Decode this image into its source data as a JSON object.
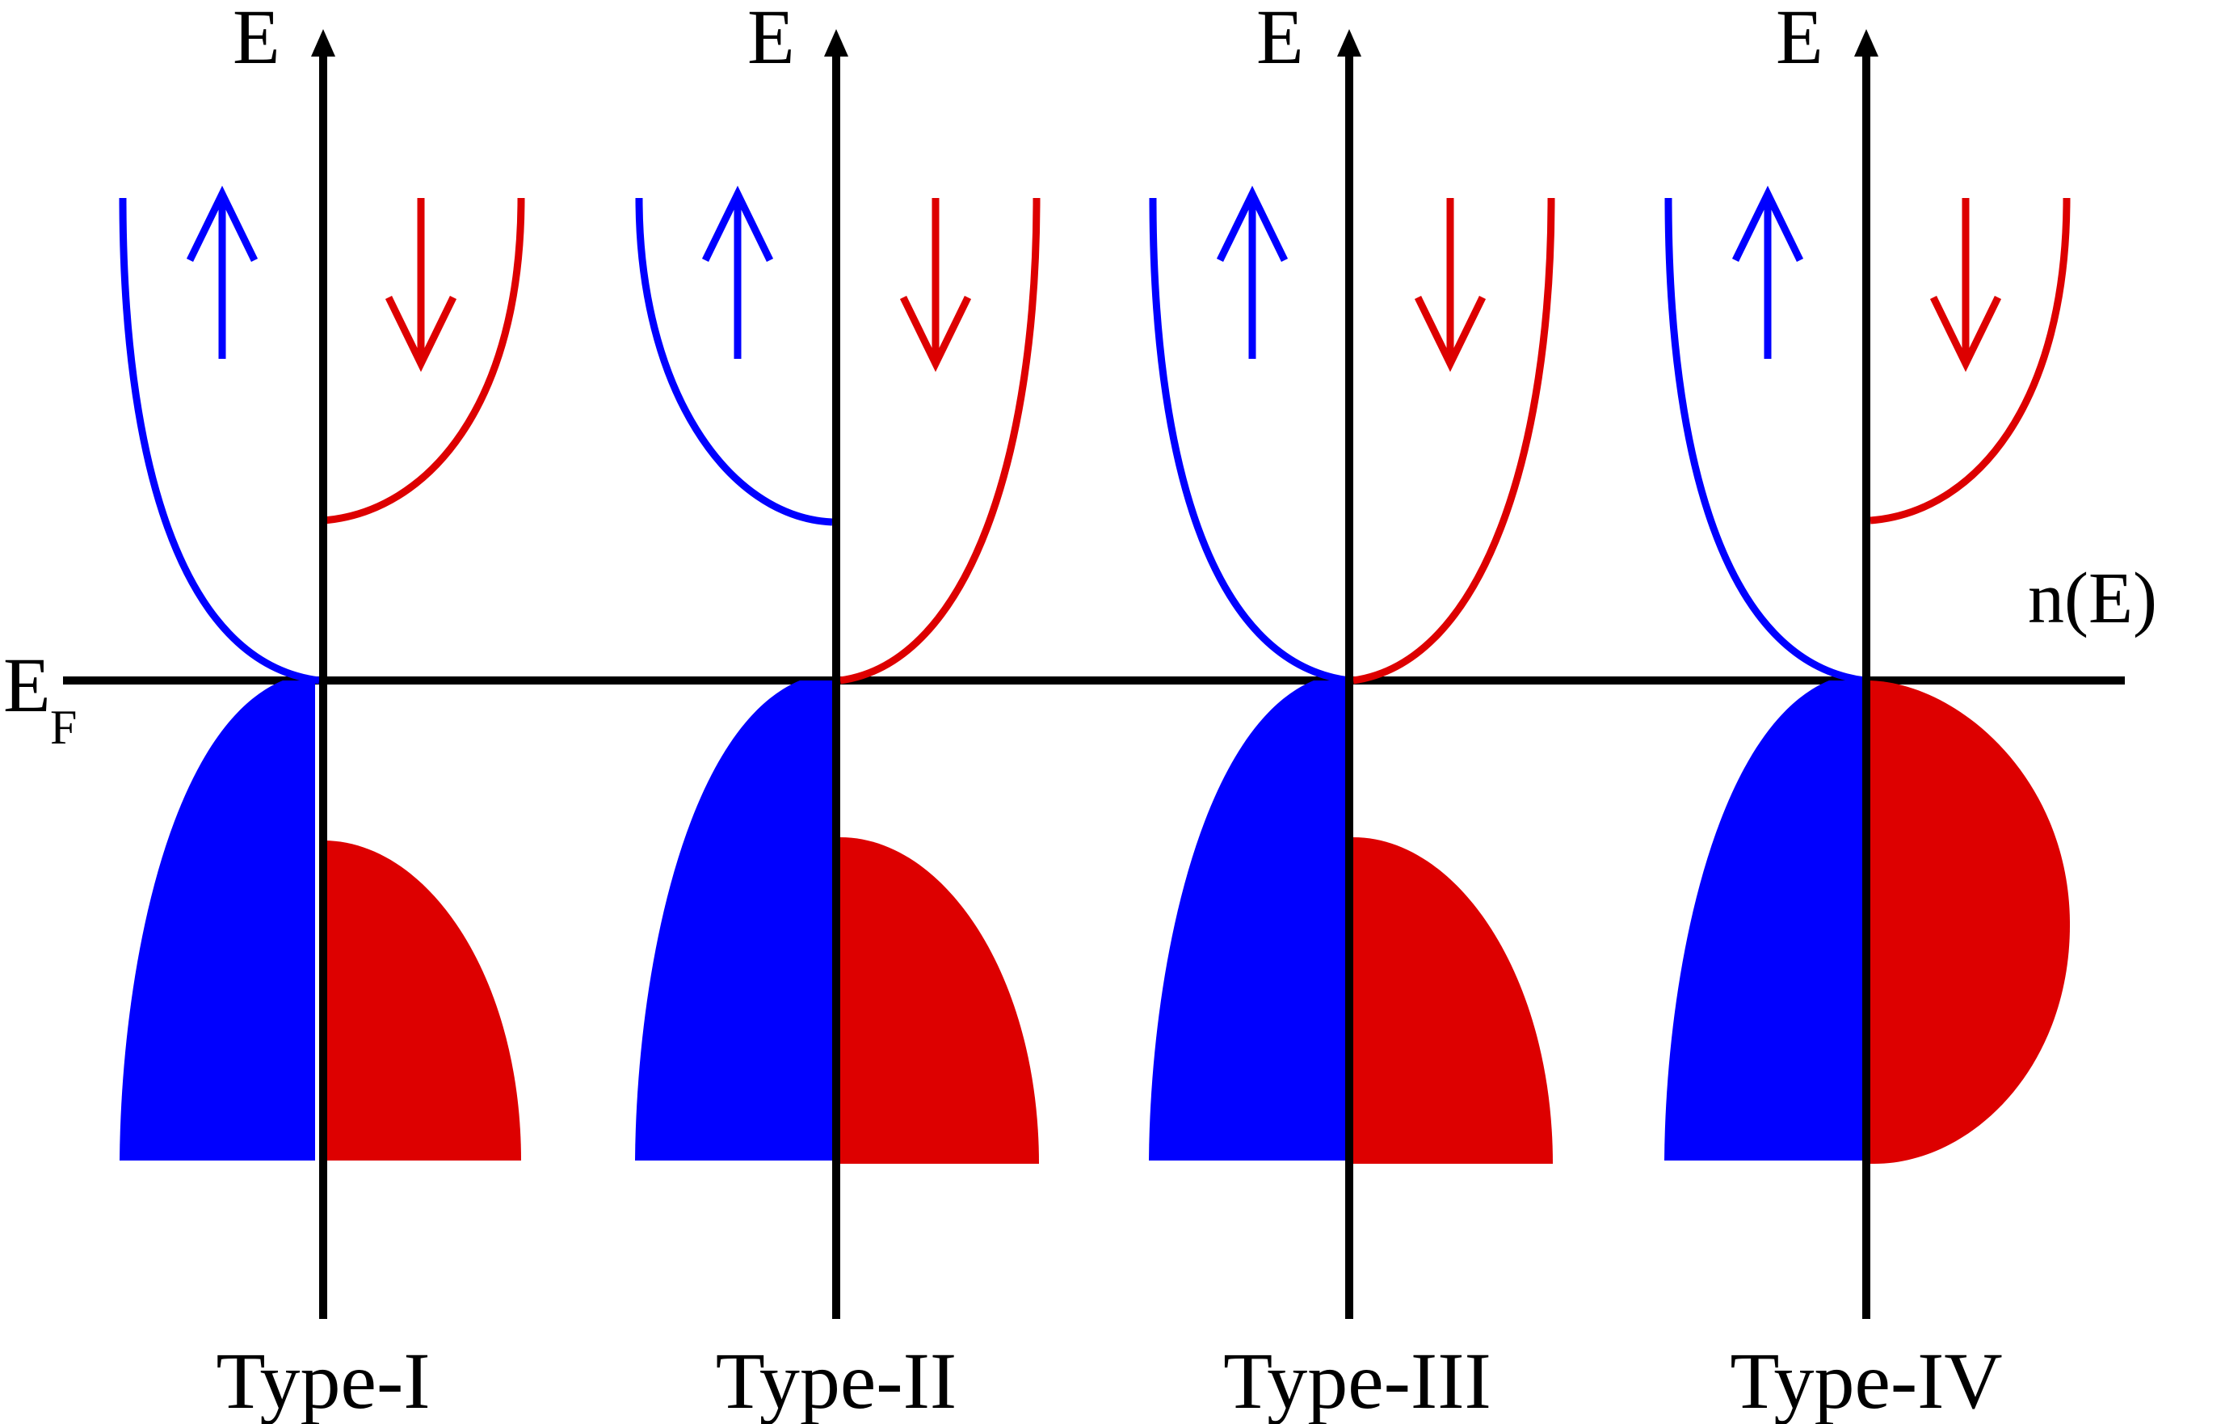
{
  "labels": {
    "energy_axis": "E",
    "fermi_main": "E",
    "fermi_sub": "F",
    "dos_axis": "n(E)"
  },
  "panels": [
    {
      "type_label": "Type-I"
    },
    {
      "type_label": "Type-II"
    },
    {
      "type_label": "Type-III"
    },
    {
      "type_label": "Type-IV"
    }
  ],
  "colors": {
    "spin_up": "#0000ff",
    "spin_down": "#dd0000",
    "axis": "#000000"
  }
}
